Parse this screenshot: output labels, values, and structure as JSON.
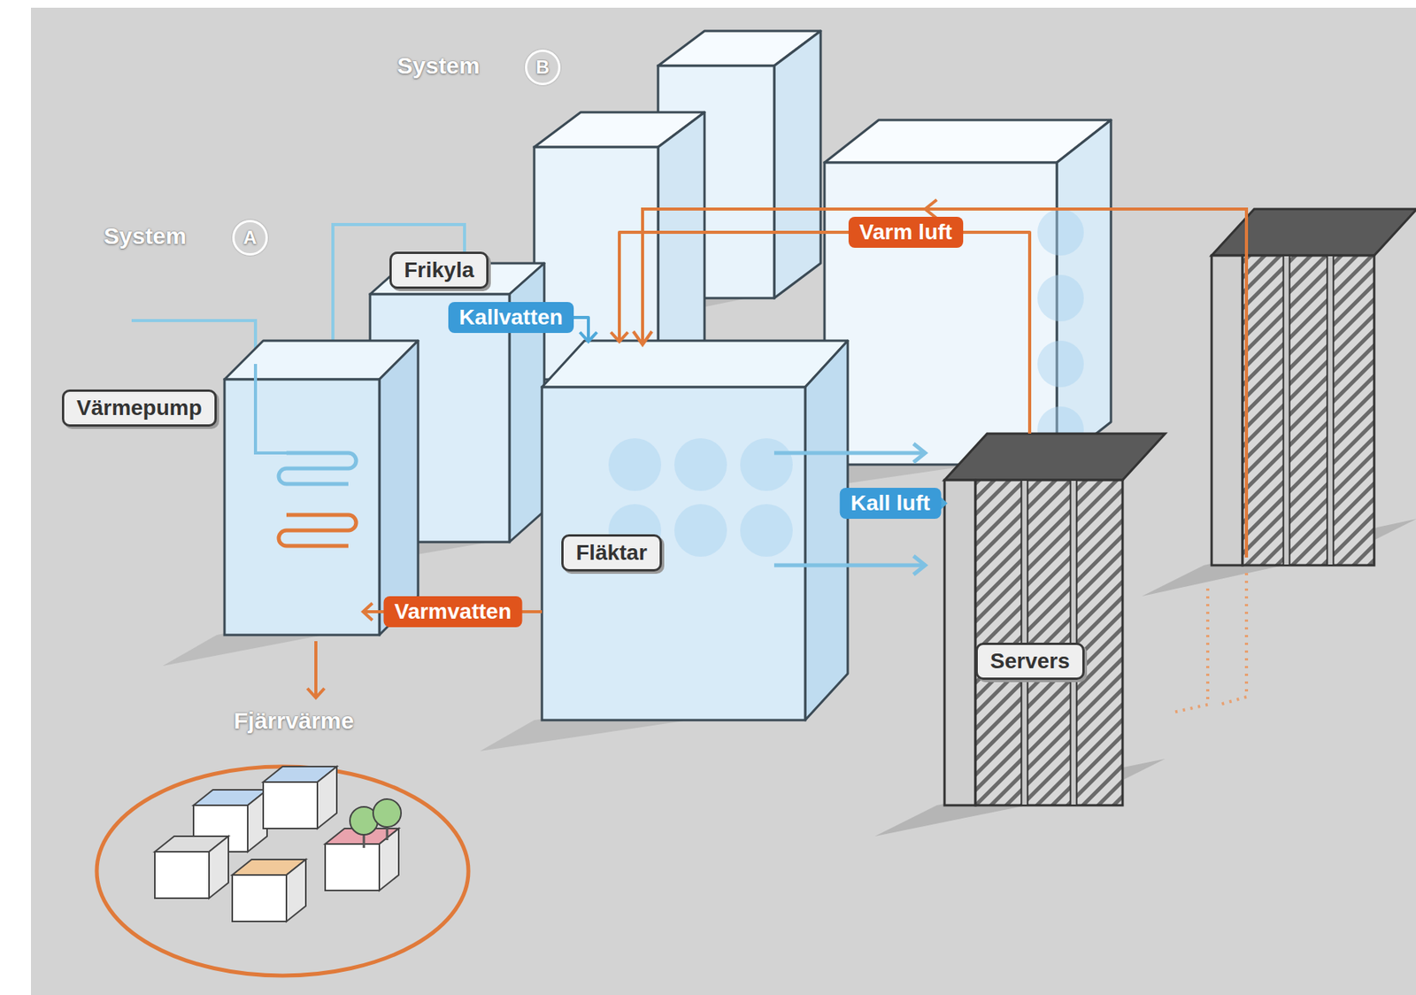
{
  "diagram": {
    "nodes": [
      {
        "text": [
          "Värmepump"
        ]
      },
      {
        "text": [
          "Frikyla"
        ]
      },
      {
        "text": [
          "Fläktar"
        ]
      },
      {
        "text": [
          "Servers"
        ]
      },
      {
        "text": [
          "Fjärrvärme"
        ]
      }
    ],
    "edges": [
      {
        "from": 1,
        "to": 2,
        "label": "Kallvatten",
        "arrow": "to"
      },
      {
        "from": 2,
        "to": 0,
        "label": "Varmvatten",
        "arrow": "to"
      },
      {
        "from": 2,
        "to": 3,
        "label": "Kall luft",
        "arrow": "to"
      },
      {
        "from": 3,
        "to": 2,
        "label": "Varm luft",
        "arrow": "to"
      },
      {
        "from": 0,
        "to": 4,
        "arrow": "to"
      }
    ],
    "labels": [
      "System",
      "A",
      "System",
      "B"
    ]
  }
}
